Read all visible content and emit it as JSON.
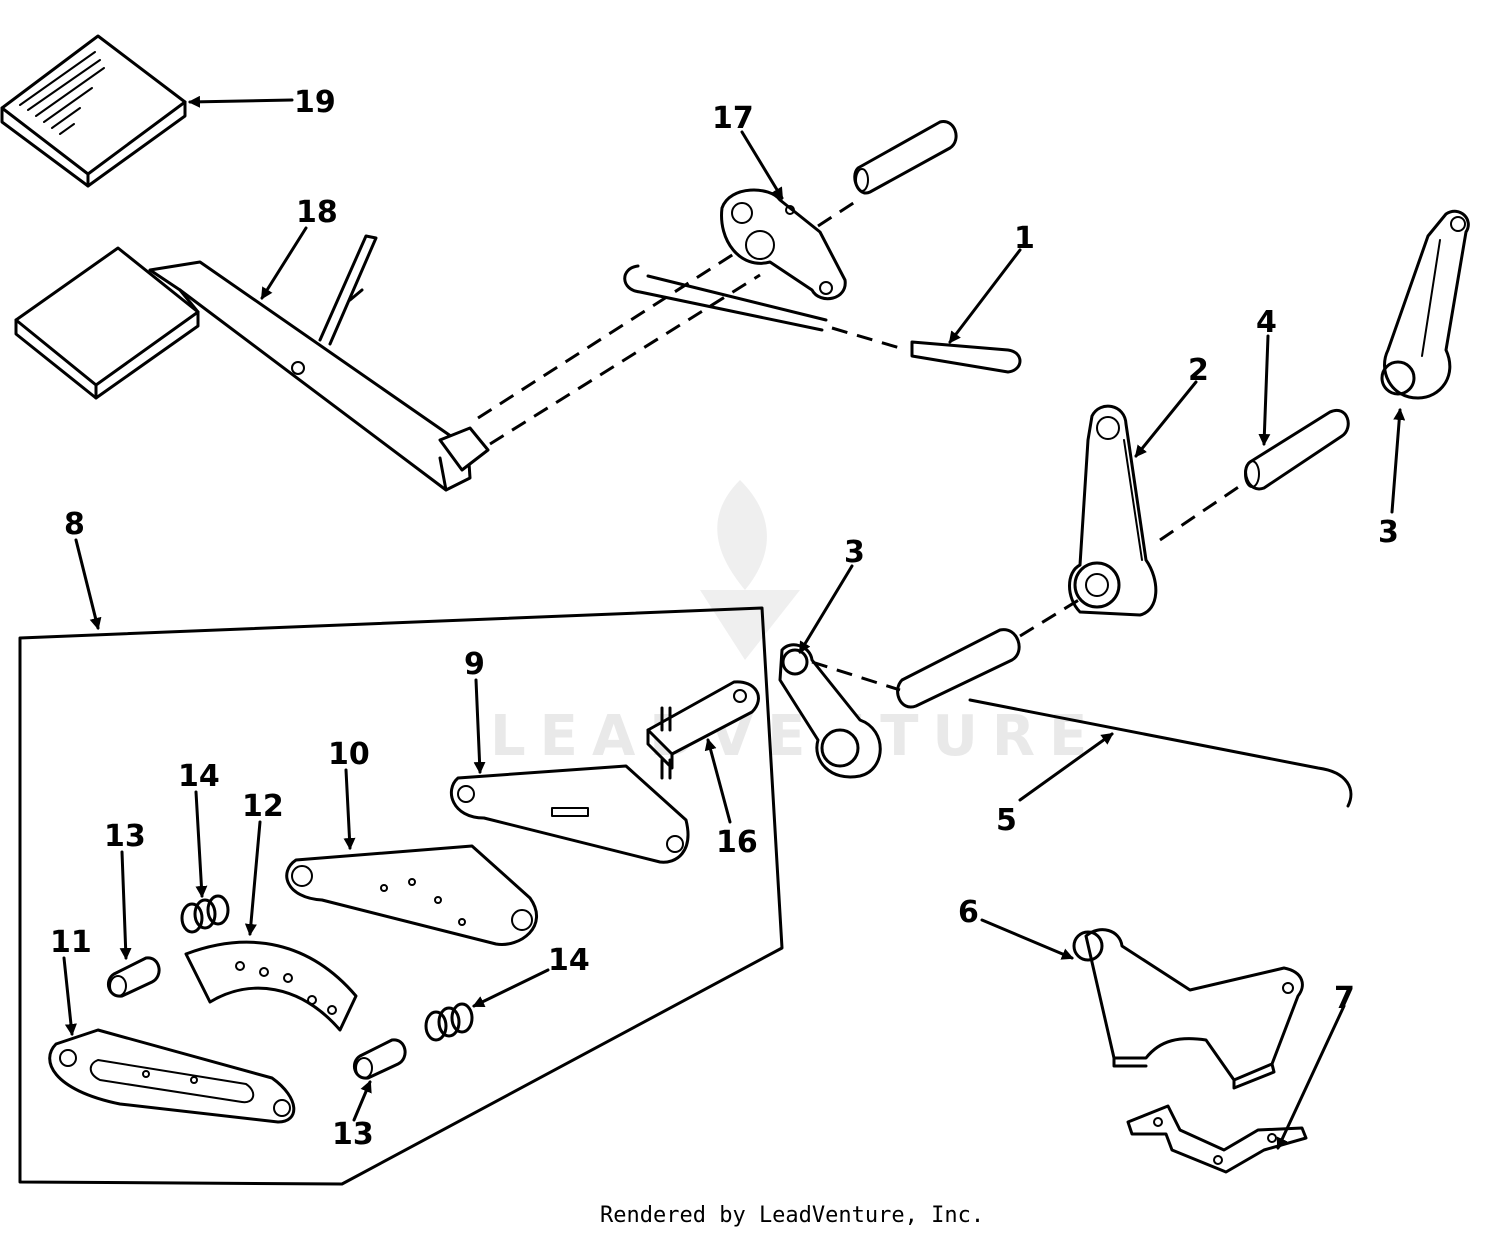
{
  "watermark": {
    "text": "LEADVENTURE",
    "color": "#e9e9e9"
  },
  "credit": "Rendered by LeadVenture, Inc.",
  "callouts": [
    {
      "id": "c19",
      "label": "19"
    },
    {
      "id": "c17",
      "label": "17"
    },
    {
      "id": "c18",
      "label": "18"
    },
    {
      "id": "c1",
      "label": "1"
    },
    {
      "id": "c4",
      "label": "4"
    },
    {
      "id": "c2",
      "label": "2"
    },
    {
      "id": "c3a",
      "label": "3"
    },
    {
      "id": "c3b",
      "label": "3"
    },
    {
      "id": "c8",
      "label": "8"
    },
    {
      "id": "c9",
      "label": "9"
    },
    {
      "id": "c10",
      "label": "10"
    },
    {
      "id": "c14a",
      "label": "14"
    },
    {
      "id": "c12",
      "label": "12"
    },
    {
      "id": "c13a",
      "label": "13"
    },
    {
      "id": "c11",
      "label": "11"
    },
    {
      "id": "c16",
      "label": "16"
    },
    {
      "id": "c14b",
      "label": "14"
    },
    {
      "id": "c13b",
      "label": "13"
    },
    {
      "id": "c5",
      "label": "5"
    },
    {
      "id": "c6",
      "label": "6"
    },
    {
      "id": "c7",
      "label": "7"
    }
  ]
}
